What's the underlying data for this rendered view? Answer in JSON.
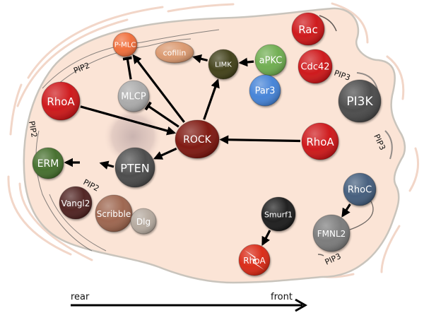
{
  "diagram": {
    "title": "",
    "nodes": [
      {
        "id": "pmlc",
        "label": "P-MLC",
        "color": "#f06a35",
        "shape": "circle"
      },
      {
        "id": "cofilin",
        "label": "cofilin",
        "color": "#d9956a",
        "shape": "ellipse"
      },
      {
        "id": "limk",
        "label": "LIMK",
        "color": "#3b3a12",
        "shape": "circle"
      },
      {
        "id": "apkc",
        "label": "aPKC",
        "color": "#6aaa4a",
        "shape": "circle"
      },
      {
        "id": "par3",
        "label": "Par3",
        "color": "#3f7fd6",
        "shape": "circle"
      },
      {
        "id": "rac",
        "label": "Rac",
        "color": "#cc0f12",
        "shape": "circle"
      },
      {
        "id": "cdc42",
        "label": "Cdc42",
        "color": "#cc0f12",
        "shape": "circle"
      },
      {
        "id": "pi3k",
        "label": "PI3K",
        "color": "#454545",
        "shape": "circle"
      },
      {
        "id": "rhoa_left",
        "label": "RhoA",
        "color": "#cc0f12",
        "shape": "circle"
      },
      {
        "id": "mlcp",
        "label": "MLCP",
        "color": "#a8a8a8",
        "shape": "circle"
      },
      {
        "id": "rock",
        "label": "ROCK",
        "color": "#7a1008",
        "shape": "ellipse"
      },
      {
        "id": "rhoa_right",
        "label": "RhoA",
        "color": "#cc0f12",
        "shape": "circle"
      },
      {
        "id": "erm",
        "label": "ERM",
        "color": "#3f6a26",
        "shape": "circle"
      },
      {
        "id": "pten",
        "label": "PTEN",
        "color": "#454545",
        "shape": "circle"
      },
      {
        "id": "vangl2",
        "label": "Vangl2",
        "color": "#4a1c1a",
        "shape": "circle"
      },
      {
        "id": "scribble",
        "label": "Scribble",
        "color": "#9a6048",
        "shape": "circle"
      },
      {
        "id": "dlg",
        "label": "Dlg",
        "color": "#b3a79c",
        "shape": "circle"
      },
      {
        "id": "rhoc",
        "label": "RhoC",
        "color": "#3e5878",
        "shape": "circle"
      },
      {
        "id": "smurf1",
        "label": "Smurf1",
        "color": "#161616",
        "shape": "circle"
      },
      {
        "id": "fmnl2",
        "label": "FMNL2",
        "color": "#777777",
        "shape": "circle"
      },
      {
        "id": "rhoa_degraded",
        "label": "RhoA",
        "color": "#d8230f",
        "shape": "circle",
        "status": "degraded"
      }
    ],
    "edges": [
      {
        "from": "rhoa_left",
        "to": "rock",
        "type": "activation"
      },
      {
        "from": "rock",
        "to": "pmlc",
        "type": "activation"
      },
      {
        "from": "rock",
        "to": "mlcp",
        "type": "inhibition"
      },
      {
        "from": "mlcp",
        "to": "pmlc",
        "type": "inhibition"
      },
      {
        "from": "rock",
        "to": "limk",
        "type": "activation"
      },
      {
        "from": "limk",
        "to": "cofilin",
        "type": "activation"
      },
      {
        "from": "apkc",
        "to": "limk",
        "type": "activation"
      },
      {
        "from": "rhoa_right",
        "to": "rock",
        "type": "activation"
      },
      {
        "from": "rock",
        "to": "pten",
        "type": "activation"
      },
      {
        "from": "pten",
        "to": "erm",
        "type": "activation",
        "via": "PIP2"
      },
      {
        "from": "rhoc",
        "to": "fmnl2",
        "type": "activation"
      },
      {
        "from": "smurf1",
        "to": "rhoa_degraded",
        "type": "activation"
      }
    ],
    "lipid_labels": [
      {
        "id": "pip2_top",
        "text": "PIP2"
      },
      {
        "id": "pip2_left",
        "text": "PIP2"
      },
      {
        "id": "pip2_erm",
        "text": "PIP2"
      },
      {
        "id": "pip3_cdc42",
        "text": "PIP3"
      },
      {
        "id": "pip3_right",
        "text": "PIP3"
      },
      {
        "id": "pip3_fmnl2",
        "text": "PIP3"
      }
    ],
    "axis": {
      "start_label": "rear",
      "end_label": "front"
    },
    "colors": {
      "cell_fill": "#fbe4d6",
      "cell_outline": "#c9c4bc",
      "membrane_arc": "#f2d6c8",
      "arrow": "#000000"
    }
  }
}
